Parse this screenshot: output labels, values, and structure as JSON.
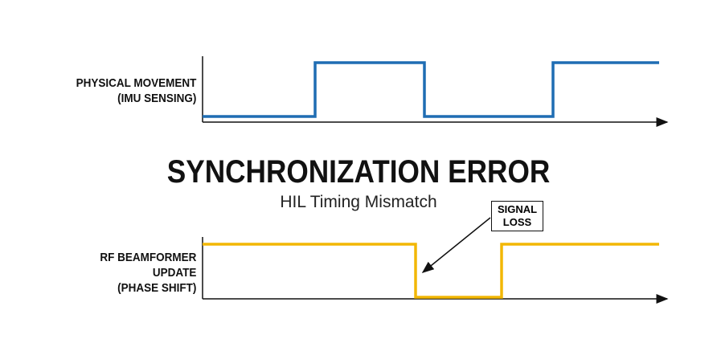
{
  "top_label": {
    "line1": "PHYSICAL MOVEMENT",
    "line2": "(IMU SENSING)"
  },
  "bottom_label": {
    "line1": "RF BEAMFORMER",
    "line2": "UPDATE",
    "line3": "(PHASE SHIFT)"
  },
  "title": "SYNCHRONIZATION ERROR",
  "subtitle": "HIL Timing Mismatch",
  "callout": {
    "line1": "SIGNAL",
    "line2": "LOSS"
  },
  "colors": {
    "imu": "#1f6db3",
    "rf": "#f2b705",
    "axis": "#111111"
  }
}
